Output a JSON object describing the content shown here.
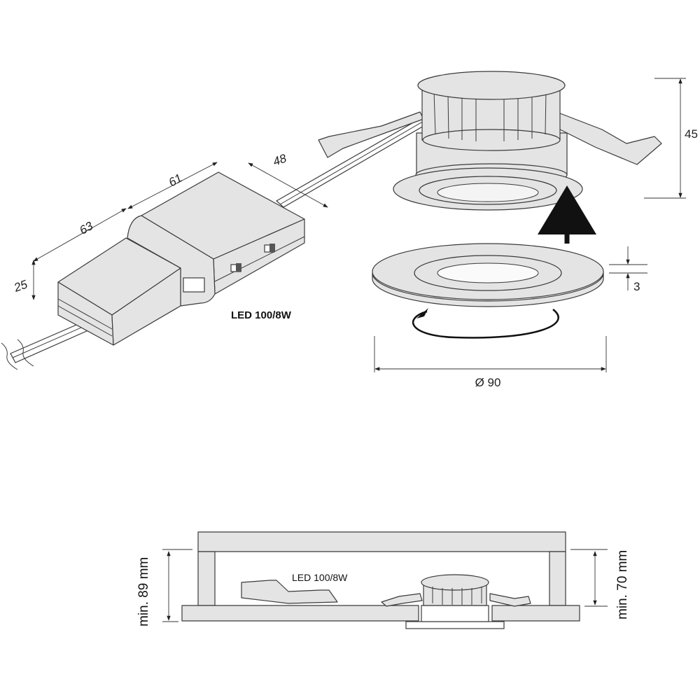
{
  "upper_view": {
    "transformer": {
      "label": "LED 100/8W",
      "dim_length_front": "63",
      "dim_length_back": "61",
      "dim_height": "25",
      "dim_cable": "48"
    },
    "luminaire": {
      "dim_height": "45",
      "dim_trim_thickness": "3",
      "dim_diameter": "Ø 90"
    }
  },
  "installation_view": {
    "transformer_label": "LED 100/8W",
    "min_clearance_left": "min. 89 mm",
    "min_clearance_right": "min. 70 mm"
  }
}
